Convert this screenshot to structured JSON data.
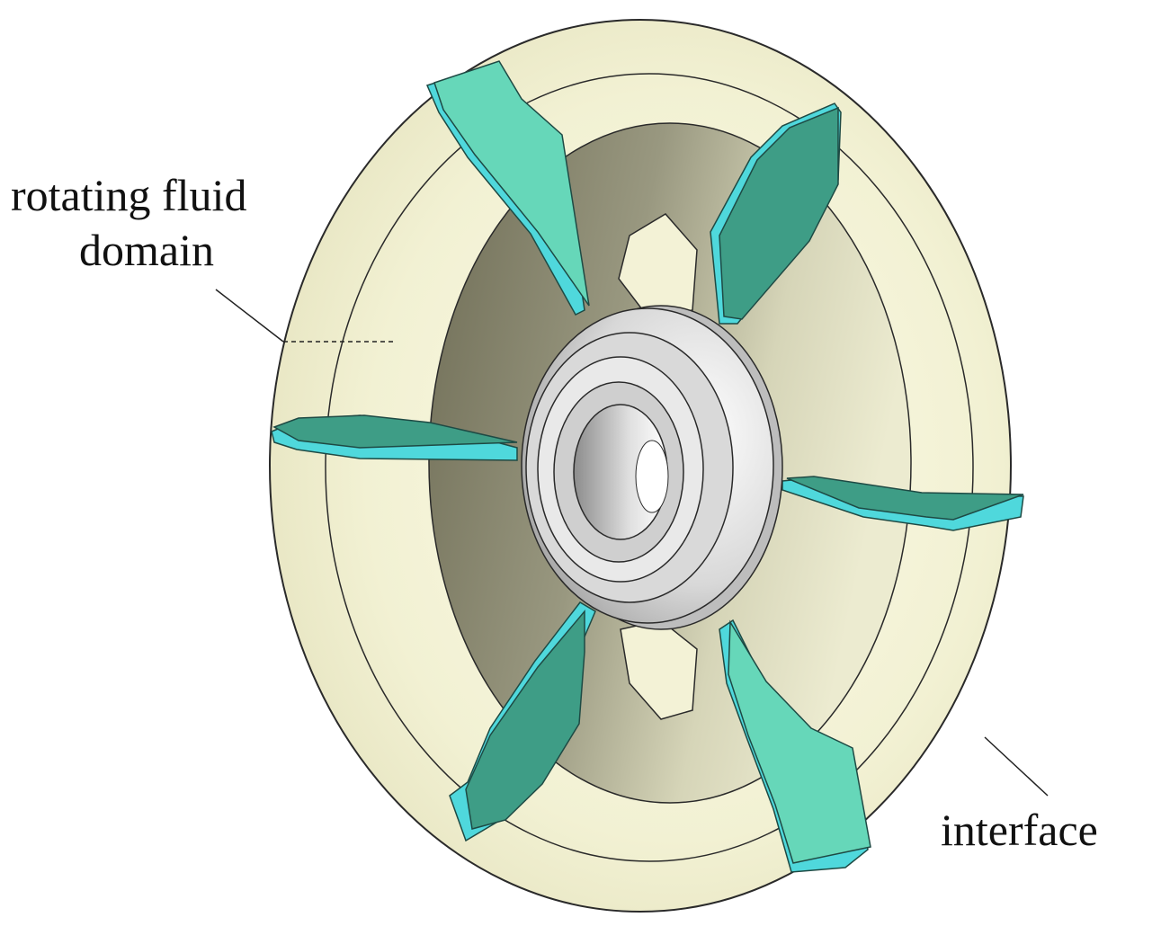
{
  "labels": {
    "rotating_line1": "rotating fluid",
    "rotating_line2": "domain",
    "interface": "interface"
  },
  "colors": {
    "outer_disc": "#f3f2d6",
    "inner_disc": "#8e8d74",
    "blade": "#63c8ad",
    "blade_edge": "#4fd8dc",
    "hub": "#dcdcdc",
    "outline": "#2a2a2a"
  }
}
